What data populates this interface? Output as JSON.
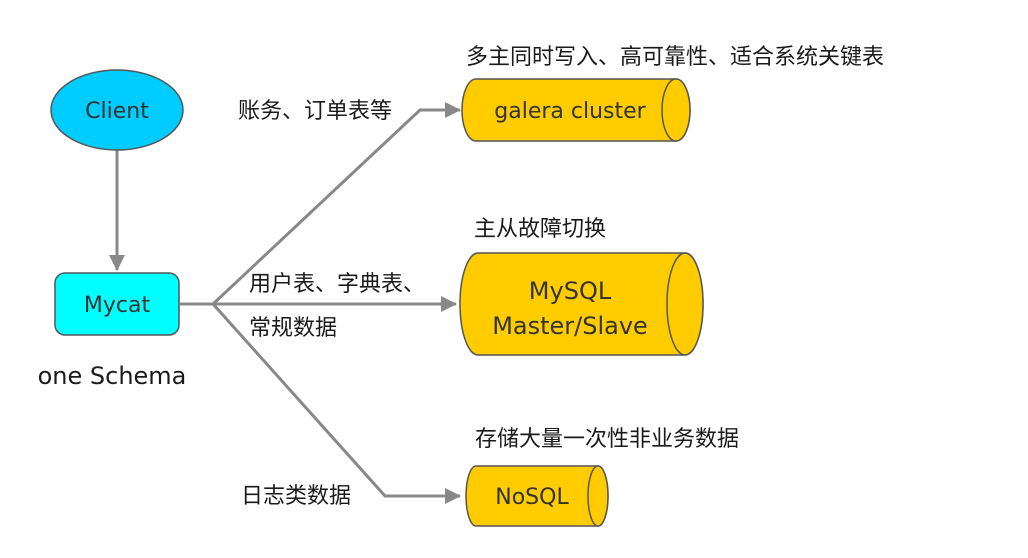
{
  "diagram": {
    "nodes": {
      "client": {
        "label": "Client",
        "shape": "ellipse",
        "color": "#00ccff"
      },
      "mycat": {
        "label": "Mycat",
        "caption": "one Schema",
        "shape": "rounded-rect",
        "color": "#00ffff"
      },
      "galera": {
        "label": "galera cluster",
        "shape": "cylinder",
        "color": "#ffcc00",
        "note": "多主同时写入、高可靠性、适合系统关键表"
      },
      "mysql": {
        "label_line1": "MySQL",
        "label_line2": "Master/Slave",
        "shape": "cylinder",
        "color": "#ffcc00",
        "note": "主从故障切换"
      },
      "nosql": {
        "label": "NoSQL",
        "shape": "cylinder",
        "color": "#ffcc00",
        "note": "存储大量一次性非业务数据"
      }
    },
    "edges": {
      "client_to_mycat": {
        "from": "Client",
        "to": "Mycat"
      },
      "to_galera": {
        "from": "Mycat",
        "to": "galera cluster",
        "label": "账务、订单表等"
      },
      "to_mysql": {
        "from": "Mycat",
        "to": "MySQL Master/Slave",
        "label_line1": "用户表、字典表、",
        "label_line2": "常规数据"
      },
      "to_nosql": {
        "from": "Mycat",
        "to": "NoSQL",
        "label": "日志类数据"
      }
    },
    "colors": {
      "edge": "#888888",
      "outline": "#555555"
    }
  }
}
